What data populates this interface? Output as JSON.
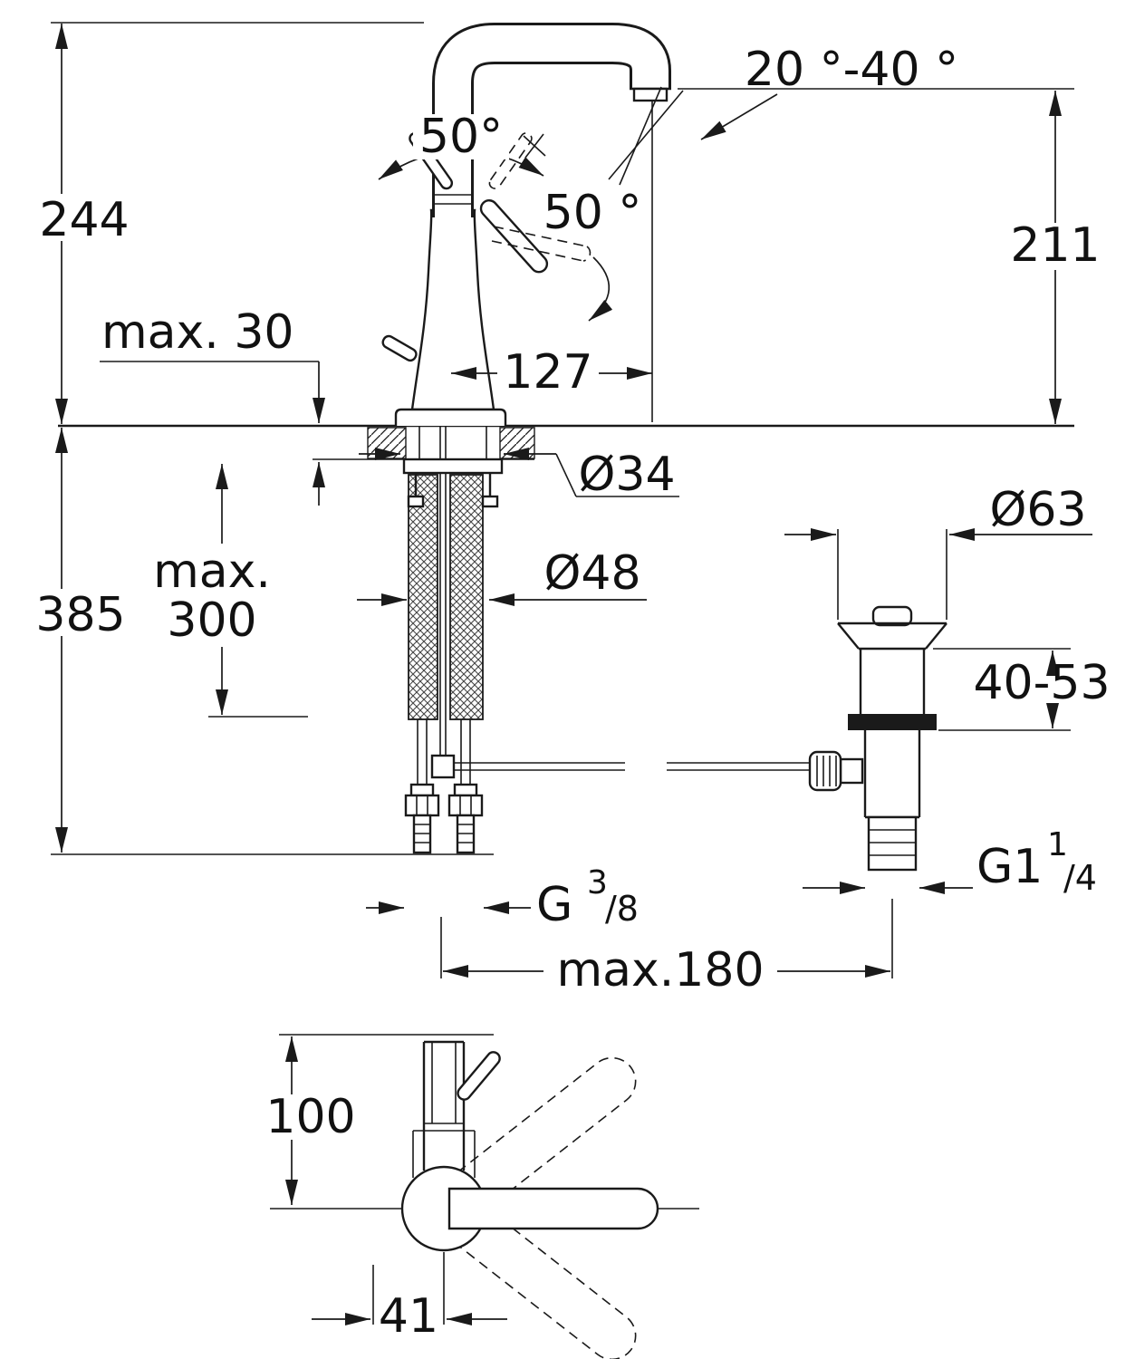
{
  "drawing": {
    "kind": "faucet-installation-dimension-drawing",
    "background": "#ffffff",
    "line_color": "#1a1a1a"
  },
  "labels": {
    "overall_height": "244",
    "deck_thickness": "max. 30",
    "swivel_angle": "50°",
    "lever_angle": "50 °",
    "spout_angle_range": "20 °-40 °",
    "spout_height": "211",
    "spout_reach": "127",
    "hole_diameter": "Ø34",
    "shank_diameter": "Ø48",
    "waste_flange_diameter": "Ø63",
    "hose_length_line1": "max.",
    "hose_length_line2": "300",
    "total_depth": "385",
    "waste_deck_range": "40-53",
    "supply_thread_base": "G",
    "supply_thread_numerator": "3",
    "supply_thread_denominator": "/8",
    "waste_thread_base": "G1",
    "waste_thread_numerator": "1",
    "waste_thread_denominator": "/4",
    "center_distance": "max.180",
    "handle_height": "100",
    "handle_offset": "41"
  }
}
